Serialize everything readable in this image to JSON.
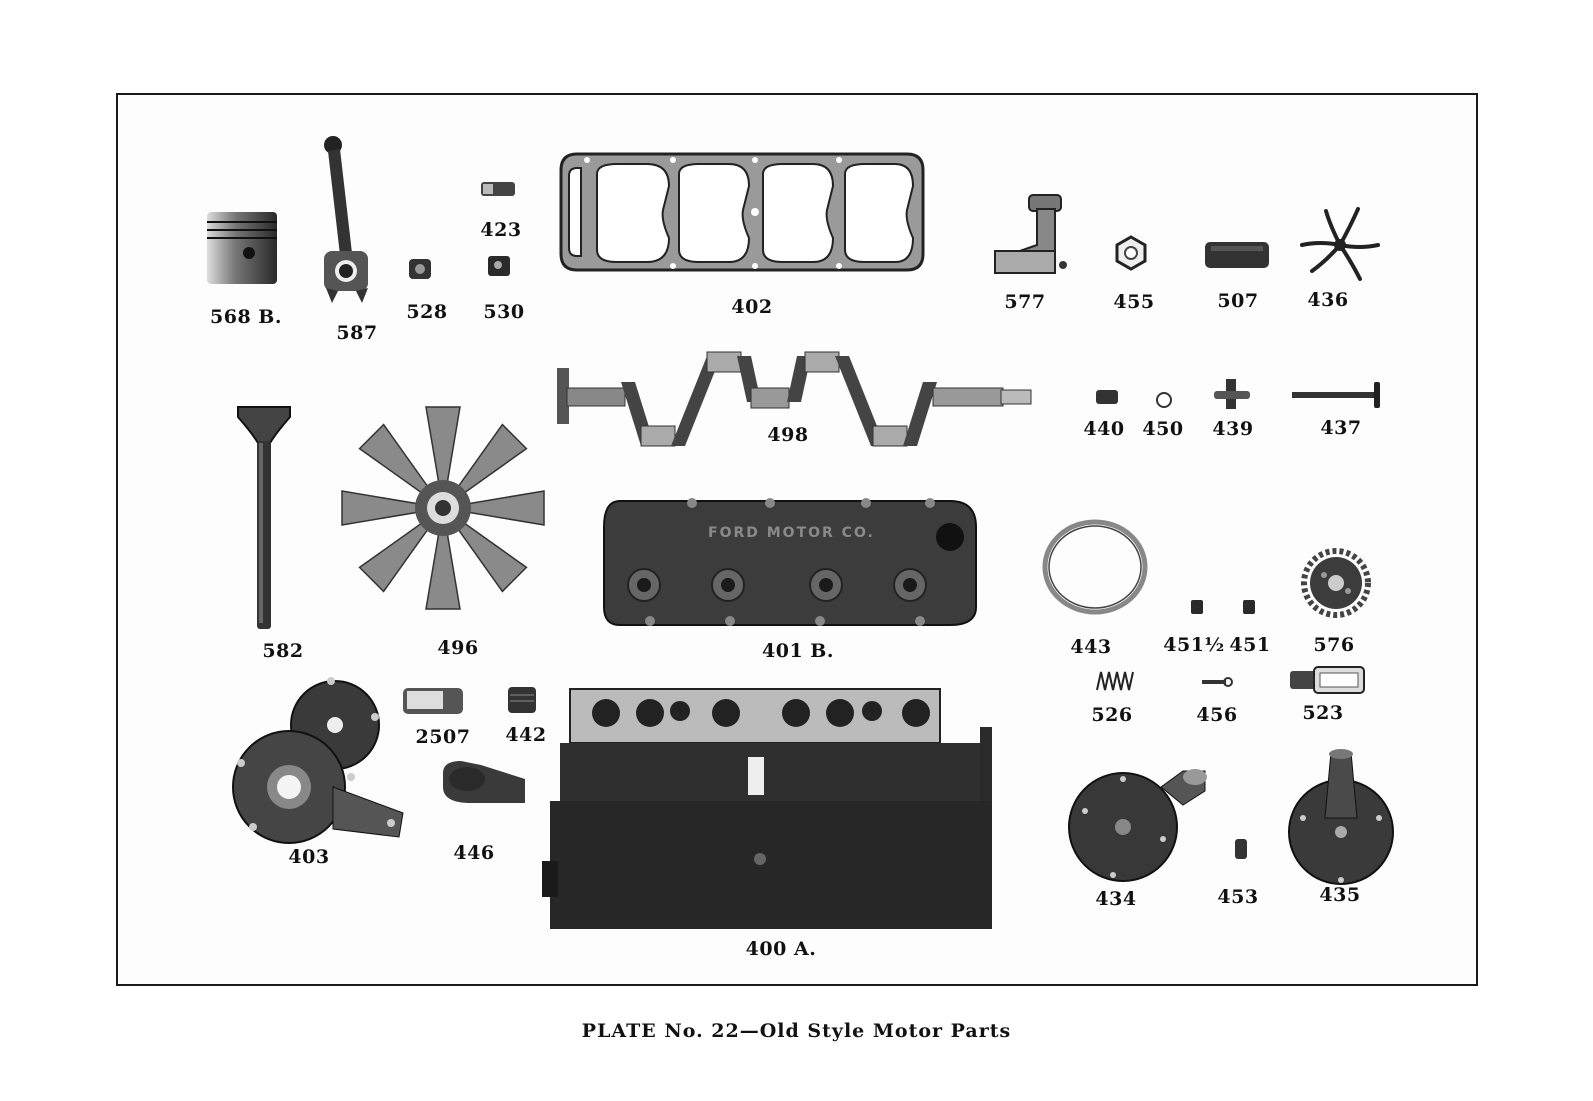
{
  "plate": {
    "caption": "PLATE No. 22—Old Style Motor Parts",
    "casting_text": "FORD MOTOR CO."
  },
  "parts": [
    {
      "label": "568 B."
    },
    {
      "label": "587"
    },
    {
      "label": "528"
    },
    {
      "label": "423"
    },
    {
      "label": "530"
    },
    {
      "label": "402"
    },
    {
      "label": "577"
    },
    {
      "label": "455"
    },
    {
      "label": "507"
    },
    {
      "label": "436"
    },
    {
      "label": "582"
    },
    {
      "label": "496"
    },
    {
      "label": "498"
    },
    {
      "label": "440"
    },
    {
      "label": "450"
    },
    {
      "label": "439"
    },
    {
      "label": "437"
    },
    {
      "label": "401 B."
    },
    {
      "label": "443"
    },
    {
      "label": "451½"
    },
    {
      "label": "451"
    },
    {
      "label": "576"
    },
    {
      "label": "526"
    },
    {
      "label": "456"
    },
    {
      "label": "523"
    },
    {
      "label": "403"
    },
    {
      "label": "2507"
    },
    {
      "label": "442"
    },
    {
      "label": "446"
    },
    {
      "label": "400 A."
    },
    {
      "label": "434"
    },
    {
      "label": "453"
    },
    {
      "label": "435"
    }
  ]
}
